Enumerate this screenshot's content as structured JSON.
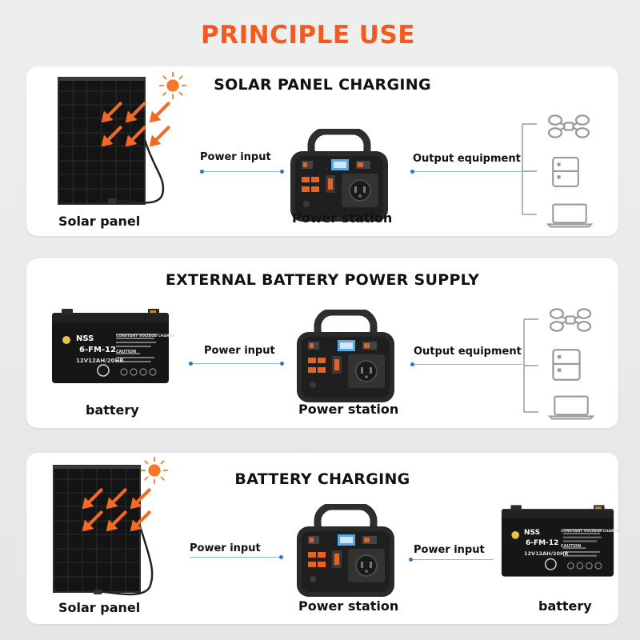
{
  "title": "PRINCIPLE USE",
  "colors": {
    "accent": "#f25a1f",
    "connector": "#2c78c6",
    "card": "#ffffff"
  },
  "sections": [
    {
      "title": "SOLAR PANEL CHARGING",
      "source_label": "Solar panel",
      "link_left_label": "Power input",
      "center_label": "Power station",
      "link_right_label": "Output equipment",
      "outputs": [
        "drone-icon",
        "fridge-icon",
        "laptop-icon"
      ]
    },
    {
      "title": "EXTERNAL BATTERY POWER SUPPLY",
      "source_label": "battery",
      "link_left_label": "Power input",
      "center_label": "Power station",
      "link_right_label": "Output equipment",
      "outputs": [
        "drone-icon",
        "fridge-icon",
        "laptop-icon"
      ]
    },
    {
      "title": "BATTERY CHARGING",
      "source_label": "Solar panel",
      "link_left_label": "Power input",
      "center_label": "Power station",
      "link_right_label": "Power input",
      "target_label": "battery"
    }
  ],
  "battery_print": {
    "brand": "NSS",
    "model": "6-FM-12",
    "spec": "12V12AH/20HR",
    "header": "CONSTANT VOLTAGE CHARGE",
    "caution": "CAUTION"
  }
}
